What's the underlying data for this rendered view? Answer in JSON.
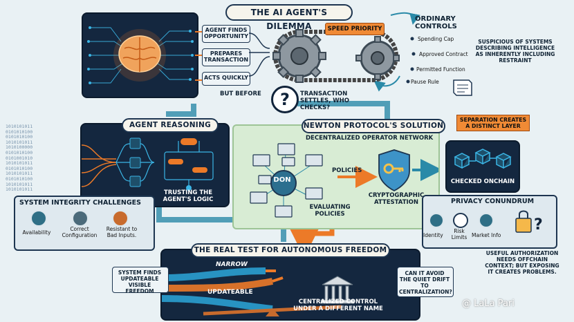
{
  "title": "THE AI AGENT'S DILEMMA",
  "agent_steps": [
    "AGENT FINDS OPPORTUNITY",
    "PREPARES TRANSACTION",
    "ACTS QUICKLY"
  ],
  "speed_priority": "SPEED PRIORITY",
  "ordinary_controls": {
    "heading": "ORDINARY CONTROLS",
    "items": [
      "Spending Cap",
      "Approved Contract",
      "Permitted Function",
      "Pause Rule"
    ]
  },
  "suspicious_note": "SUSPICIOUS OF SYSTEMS DESCRIBING INTELLIGENCE AS INHERENTLY INCLUDING RESTRAINT",
  "but_before": "BUT BEFORE",
  "question_mark": "?",
  "settles": "TRANSACTION SETTLES, WHO CHECKS?",
  "agent_reasoning": {
    "title": "AGENT REASONING",
    "caption": "TRUSTING THE AGENT'S LOGIC",
    "binary": "1010101011\n0101010100\n0101010100\n1010101011\n1010100000\n0101010100\n0101001010\n1010101011\n0101010100\n1010101011\n0101010100\n1010101011\n1010101011"
  },
  "newton": {
    "title": "NEWTON PROTOCOL'S SOLUTION",
    "don_heading": "DECENTRALIZED OPERATOR NETWORK",
    "don": "DON",
    "evaluating": "EVALUATING POLICIES",
    "policies": "POLICIES",
    "attestation": "CRYPTOGRAPHIC ATTESTATION"
  },
  "separation": "SEPARATION CREATES A DISTINCT LAYER",
  "checked_onchain": "CHECKED ONCHAIN",
  "integrity": {
    "title": "SYSTEM INTEGRITY CHALLENGES",
    "items": [
      "Availability",
      "Correct Configuration",
      "Resistant to Bad Inputs."
    ]
  },
  "privacy": {
    "title": "PRIVACY CONUNDRUM",
    "items": [
      "Identity",
      "Risk Limits",
      "Market Info"
    ],
    "note": "USEFUL AUTHORIZATION NEEDS OFFCHAIN CONTEXT; BUT EXPOSING IT CREATES PROBLEMS."
  },
  "real_test": {
    "title": "THE REAL TEST FOR AUTONOMOUS FREEDOM",
    "left": "SYSTEM FINDS UPDATEABLE VISIBLE FREEDOM",
    "narrow": "NARROW",
    "updateable": "UPDATEABLE",
    "centralized": "CENTRALIZED CONTROL UNDER A DIFFERENT NAME",
    "right": "CAN IT AVOID THE QUIET DRIFT TO CENTRALIZATION?"
  },
  "watermark": "@ LaLa Pari",
  "colors": {
    "navy": "#14273f",
    "orange": "#ec7a28",
    "teal": "#2a8aa8",
    "green_panel": "#d8ecd4",
    "blue_glow": "#38b8e8"
  }
}
